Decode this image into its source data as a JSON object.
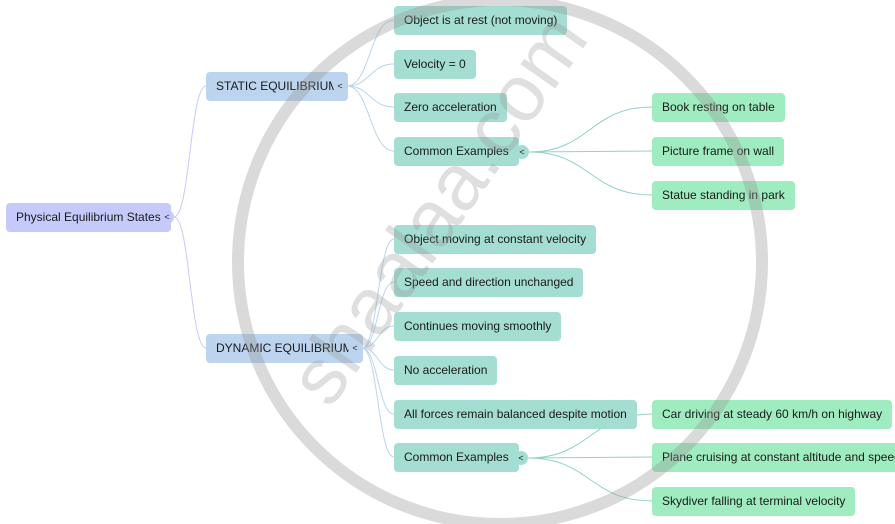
{
  "root": {
    "label": "Physical Equilibrium States",
    "toggle": "<"
  },
  "static": {
    "label": "STATIC EQUILIBRIUM",
    "toggle": "<",
    "children": [
      "Object is at rest (not moving)",
      "Velocity = 0",
      "Zero acceleration",
      "Common Examples"
    ],
    "examples_toggle": "<",
    "examples": [
      "Book resting on table",
      "Picture frame on wall",
      "Statue standing in park"
    ]
  },
  "dynamic": {
    "label": "DYNAMIC EQUILIBRIUM",
    "toggle": "<",
    "children": [
      "Object moving at constant velocity",
      "Speed and direction unchanged",
      "Continues moving smoothly",
      "No acceleration",
      "All forces remain balanced despite motion",
      "Common Examples"
    ],
    "examples_toggle": "<",
    "examples": [
      "Car driving at steady 60 km/h on highway",
      "Plane cruising at constant altitude and speed",
      "Skydiver falling at terminal velocity"
    ]
  },
  "watermark": "shaalaa.com",
  "colors": {
    "root": "#c5cafb",
    "level1": "#bcd4ee",
    "level2": "#a4ddd2",
    "level3": "#9eecbf"
  }
}
